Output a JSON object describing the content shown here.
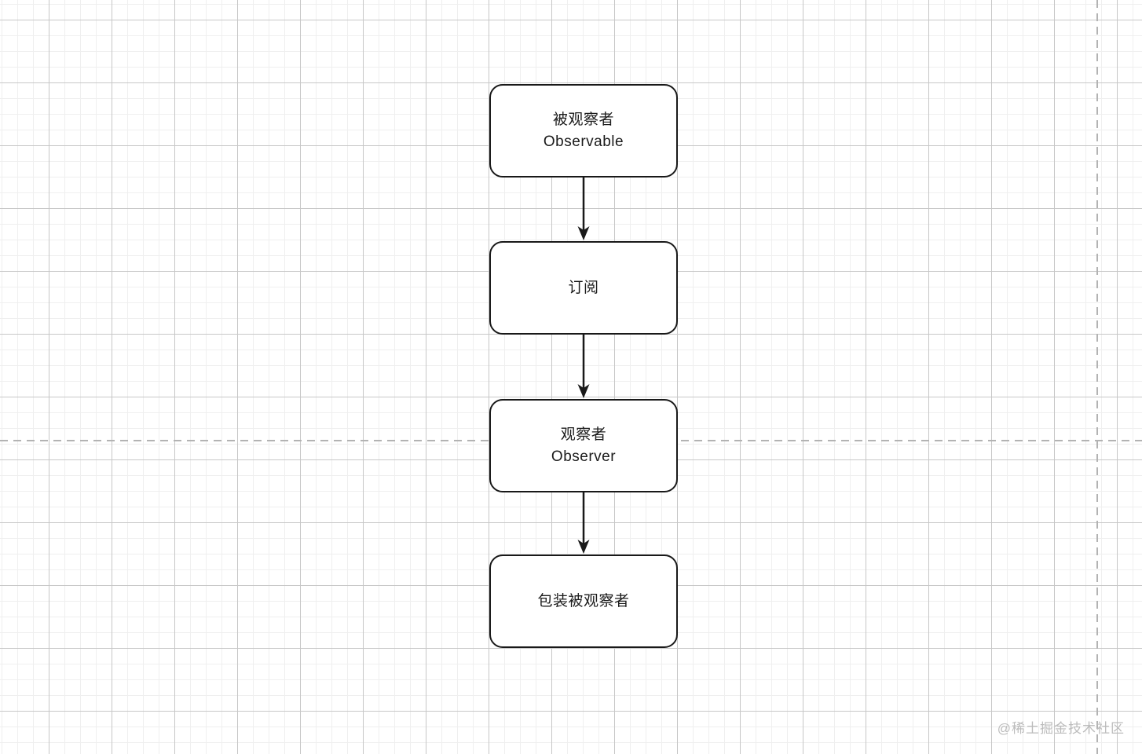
{
  "canvas": {
    "background_color": "#ffffff",
    "grid_minor_color": "#efefef",
    "grid_major_color": "#c7c7c7",
    "guide_line_color": "#b3b3b3"
  },
  "diagram": {
    "nodes": [
      {
        "id": "observable",
        "lines": [
          "被观察者",
          "Observable"
        ]
      },
      {
        "id": "subscribe",
        "lines": [
          "订阅"
        ]
      },
      {
        "id": "observer",
        "lines": [
          "观察者",
          "Observer"
        ]
      },
      {
        "id": "wrapped-observable",
        "lines": [
          "包装被观察者"
        ]
      }
    ],
    "edges": [
      {
        "from": "observable",
        "to": "subscribe"
      },
      {
        "from": "subscribe",
        "to": "observer"
      },
      {
        "from": "observer",
        "to": "wrapped-observable"
      }
    ],
    "shape_border_color": "#191919",
    "arrow_color": "#191919",
    "text_color": "#1b1b1b"
  },
  "watermark": {
    "text": "@稀土掘金技术社区",
    "color": "#bcbcbc"
  }
}
